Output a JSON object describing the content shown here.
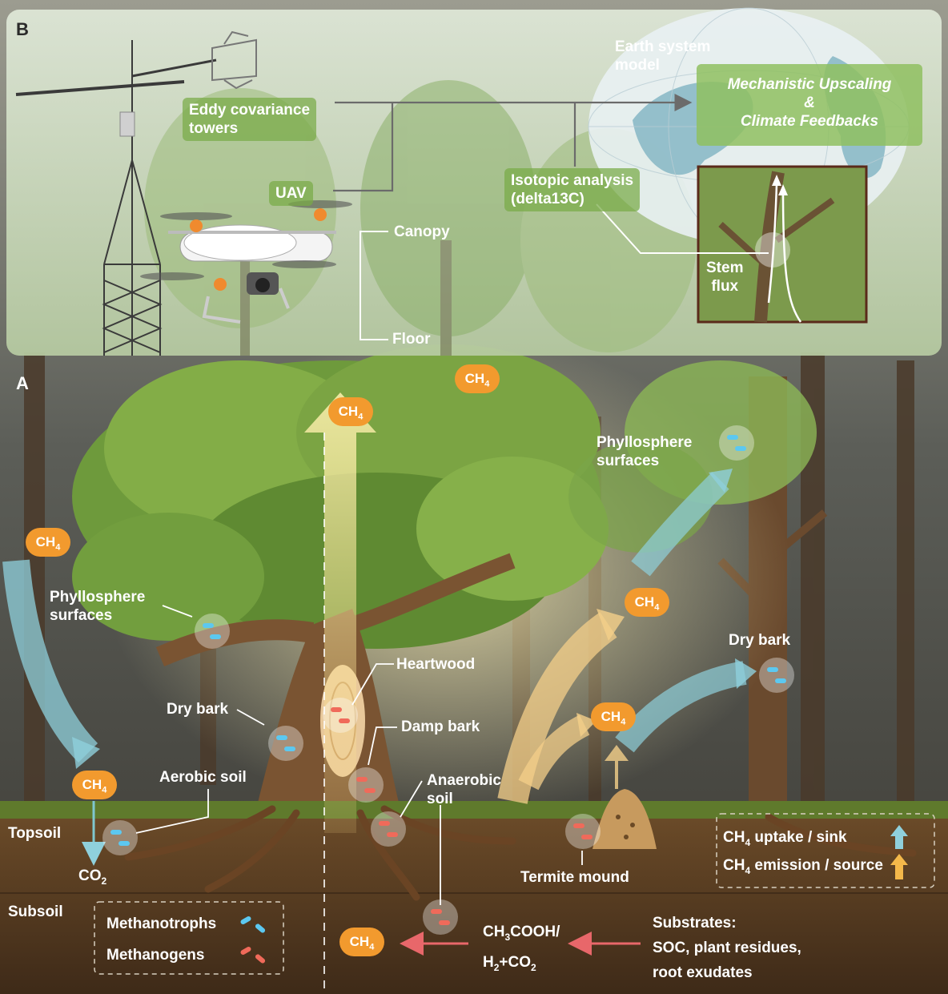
{
  "panels": {
    "a": "A",
    "b": "B"
  },
  "panel_b": {
    "eddy_towers": [
      "Eddy covariance",
      "towers"
    ],
    "uav": "UAV",
    "earth_model": [
      "Earth system",
      "model"
    ],
    "upscaling": [
      "Mechanistic Upscaling",
      "&",
      "Climate Feedbacks"
    ],
    "isotopic": [
      "Isotopic analysis",
      "(delta13C)"
    ],
    "canopy": "Canopy",
    "floor": "Floor",
    "stem_flux": [
      "Stem",
      "flux"
    ]
  },
  "panel_a": {
    "ch4": "CH",
    "ch4_sub": "4",
    "phyllosphere_left": [
      "Phyllosphere",
      "surfaces"
    ],
    "phyllosphere_right": [
      "Phyllosphere",
      "surfaces"
    ],
    "heartwood": "Heartwood",
    "dry_bark_left": "Dry bark",
    "dry_bark_right": "Dry bark",
    "damp_bark": "Damp bark",
    "aerobic_soil": "Aerobic soil",
    "anaerobic_soil": [
      "Anaerobic",
      "soil"
    ],
    "topsoil": "Topsoil",
    "subsoil": "Subsoil",
    "co2": "CO",
    "co2_sub": "2",
    "termite_mound": "Termite mound",
    "substrates": [
      "Substrates:",
      "SOC, plant residues,",
      "root exudates"
    ],
    "acetate_parts": {
      "ch": "CH",
      "s3": "3",
      "cooh": "COOH/",
      "h": "H",
      "s2a": "2",
      "plus_co": "+CO",
      "s2b": "2"
    }
  },
  "legend_microbes": {
    "methanotrophs": "Methanotrophs",
    "methanogens": "Methanogens"
  },
  "legend_flux": {
    "uptake": " uptake / sink",
    "emission": " emission / source"
  },
  "colors": {
    "ch4_pill": "#f29a2e",
    "sink_arrow": "#8fd0dc",
    "source_arrow": "#f4cf8a",
    "methanotroph": "#5cc8f0",
    "methanogen": "#f06a5a"
  }
}
